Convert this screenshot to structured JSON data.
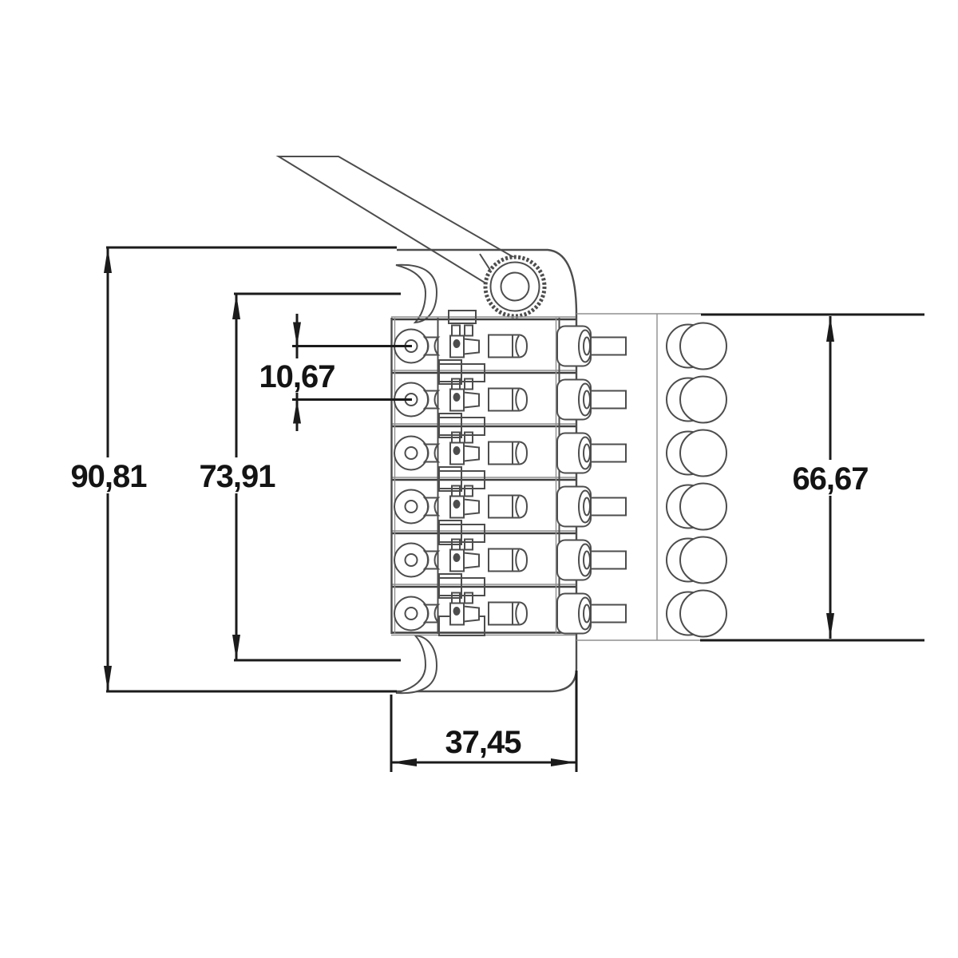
{
  "page": {
    "background": "#ffffff"
  },
  "drawing": {
    "kind": "dimensioned CAD line drawing",
    "subject": "double-locking tremolo bridge, top view, with tremolo arm",
    "decimal_style": "comma",
    "features": {
      "saddle_rows": 6,
      "string_lock_screws": 6,
      "fine_tuners": 6,
      "tremolo_arm": 1
    },
    "colors": {
      "background": "#ffffff",
      "part_line": "#4d4d4d",
      "light_line": "#8f8f8f",
      "dimension_line": "#1b1b1b",
      "text": "#141414"
    },
    "dimensions": {
      "overall_length": "90,81",
      "inner_length": "73,91",
      "string_pitch": "10,67",
      "fine_tuner_span": "66,67",
      "tail_width": "37,45"
    }
  }
}
